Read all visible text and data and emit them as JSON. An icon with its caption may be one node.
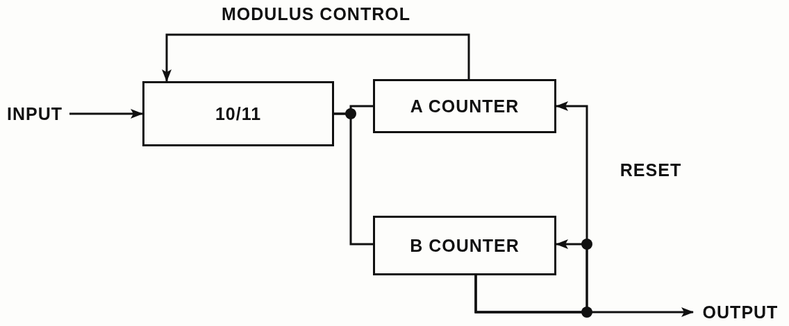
{
  "diagram": {
    "nodes": [
      {
        "text": [
          "INPUT"
        ]
      },
      {
        "text": [
          "10/11"
        ]
      },
      {
        "text": [
          "A COUNTER"
        ]
      },
      {
        "text": [
          "B COUNTER"
        ]
      },
      {
        "text": [
          "OUTPUT"
        ]
      }
    ],
    "edges": [
      {
        "from": 0,
        "to": 1,
        "arrow": "to"
      },
      {
        "from": 1,
        "to": 2,
        "arrow": "none"
      },
      {
        "from": 1,
        "to": 3,
        "arrow": "none"
      },
      {
        "from": 2,
        "to": 1,
        "arrow": "to",
        "label": "MODULUS CONTROL"
      },
      {
        "from": 3,
        "to": 4,
        "arrow": "to"
      },
      {
        "from": 3,
        "to": 2,
        "arrow": "to",
        "label": "RESET"
      },
      {
        "from": 3,
        "to": 3,
        "arrow": "to"
      }
    ]
  }
}
